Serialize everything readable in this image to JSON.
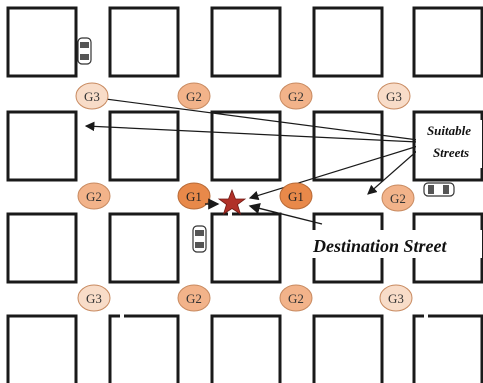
{
  "colors": {
    "block_stroke": "#1a1a1a",
    "g1": "#e8894a",
    "g2": "#f2b38a",
    "g3": "#f8dcc8",
    "circle_stroke": "#c88a60",
    "star": "#b03028",
    "arrow": "#1a1a1a"
  },
  "circles": [
    {
      "id": "c-r1-1",
      "label": "G3",
      "group": "g3"
    },
    {
      "id": "c-r1-2",
      "label": "G2",
      "group": "g2"
    },
    {
      "id": "c-r1-3",
      "label": "G2",
      "group": "g2"
    },
    {
      "id": "c-r1-4",
      "label": "G3",
      "group": "g3"
    },
    {
      "id": "c-r2-1",
      "label": "G2",
      "group": "g2"
    },
    {
      "id": "c-r2-2",
      "label": "G1",
      "group": "g1"
    },
    {
      "id": "c-r2-3",
      "label": "G1",
      "group": "g1"
    },
    {
      "id": "c-r2-4",
      "label": "G2",
      "group": "g2"
    },
    {
      "id": "c-r3-1",
      "label": "G3",
      "group": "g3"
    },
    {
      "id": "c-r3-2",
      "label": "G2",
      "group": "g2"
    },
    {
      "id": "c-r3-3",
      "label": "G2",
      "group": "g2"
    },
    {
      "id": "c-r3-4",
      "label": "G3",
      "group": "g3"
    }
  ],
  "labels": {
    "suitable_line1": "Suitable",
    "suitable_line2": "Streets",
    "destination": "Destination Street"
  },
  "icons": {
    "car": "car-icon",
    "star": "destination-star-icon"
  }
}
